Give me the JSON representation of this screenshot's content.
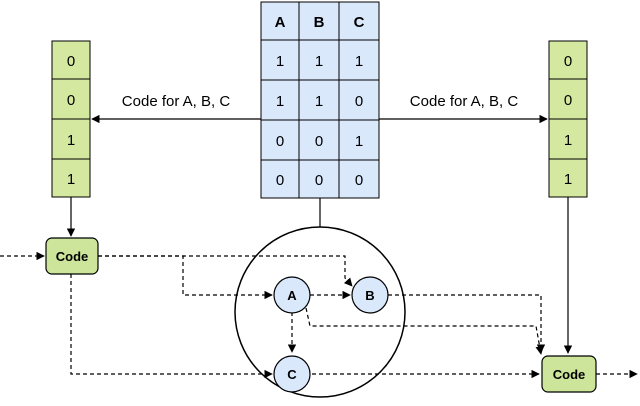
{
  "table": {
    "headers": [
      "A",
      "B",
      "C"
    ],
    "rows": [
      [
        "1",
        "1",
        "1"
      ],
      [
        "1",
        "1",
        "0"
      ],
      [
        "0",
        "0",
        "1"
      ],
      [
        "0",
        "0",
        "0"
      ]
    ]
  },
  "left_vector": [
    "0",
    "0",
    "1",
    "1"
  ],
  "right_vector": [
    "0",
    "0",
    "1",
    "1"
  ],
  "left_arrow_label": "Code for A, B, C",
  "right_arrow_label": "Code for A, B, C",
  "code_left_label": "Code",
  "code_right_label": "Code",
  "graph": {
    "node_a": "A",
    "node_b": "B",
    "node_c": "C"
  },
  "colors": {
    "table_fill": "#dae8fc",
    "vector_fill": "#d5e8a0",
    "code_fill": "#cde59a",
    "node_fill": "#dae8fc",
    "stroke": "#000000"
  }
}
